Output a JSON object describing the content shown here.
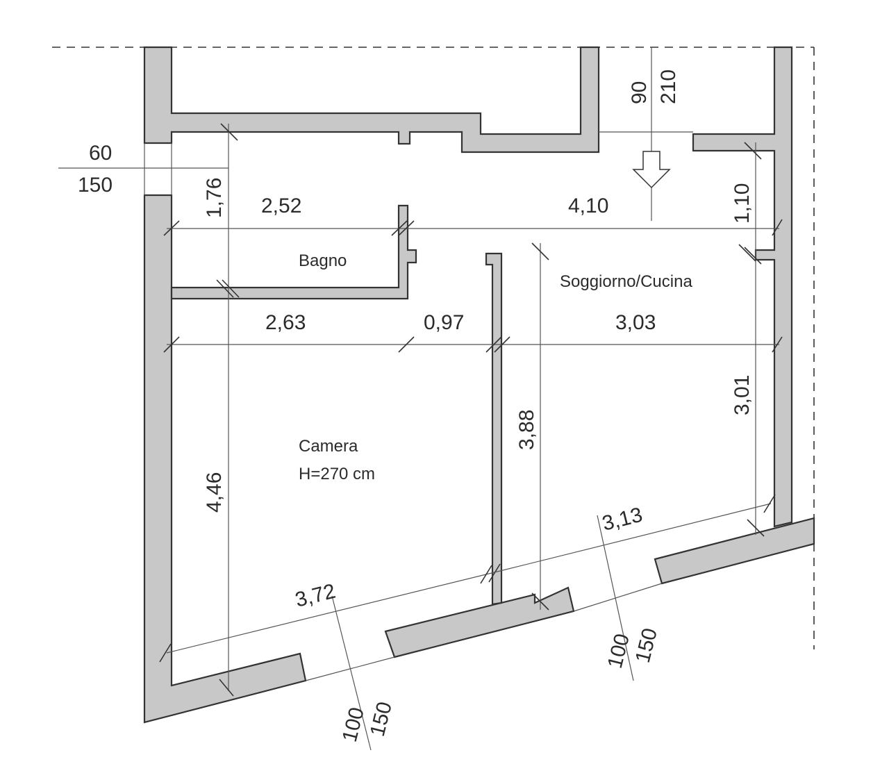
{
  "rooms": {
    "bagno": "Bagno",
    "soggiorno": "Soggiorno/Cucina",
    "camera": "Camera",
    "camera_height": "H=270 cm"
  },
  "dimensions": {
    "d_2_52": "2,52",
    "d_4_10": "4,10",
    "d_1_76": "1,76",
    "d_1_10": "1,10",
    "d_2_63": "2,63",
    "d_0_97": "0,97",
    "d_3_03": "3,03",
    "d_3_88": "3,88",
    "d_3_01": "3,01",
    "d_4_46": "4,46",
    "d_3_13": "3,13",
    "d_3_72": "3,72"
  },
  "openings": {
    "entry_width": "90",
    "entry_height": "210",
    "left_window_width": "60",
    "left_window_height": "150",
    "window_1_width": "100",
    "window_1_height": "150",
    "window_2_width": "100",
    "window_2_height": "150"
  },
  "colors": {
    "wall_fill": "#c8c8c8",
    "line": "#333333"
  },
  "icons": {
    "entry_arrow": "down-arrow-icon"
  }
}
